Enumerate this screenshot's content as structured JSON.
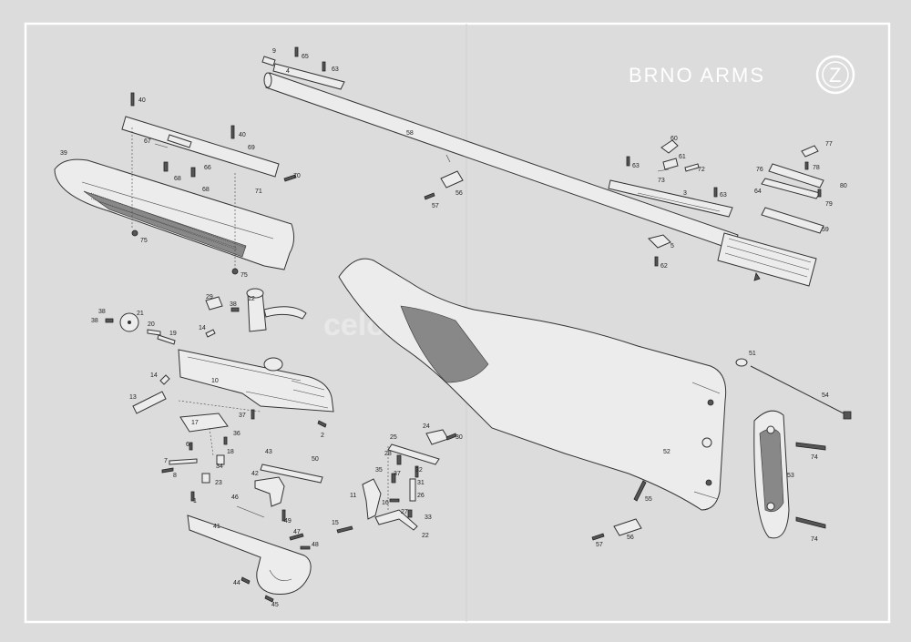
{
  "brand": {
    "name": "BRNO ARMS",
    "logo_letter": "Z"
  },
  "watermark": "celoduriki.cz",
  "colors": {
    "background": "#dcdcdc",
    "frame": "#ffffff",
    "line": "#333333"
  },
  "labels": {
    "p1": "1",
    "p2": "2",
    "p3": "3",
    "p4": "4",
    "p5": "5",
    "p6": "6",
    "p7": "7",
    "p8": "8",
    "p9": "9",
    "p10": "10",
    "p11": "11",
    "p12": "12",
    "p13": "13",
    "p14a": "14",
    "p14b": "14",
    "p15": "15",
    "p16": "16",
    "p17": "17",
    "p18": "18",
    "p19": "19",
    "p20": "20",
    "p21": "21",
    "p22": "22",
    "p23": "23",
    "p24": "24",
    "p25": "25",
    "p26": "26",
    "p27": "27",
    "p28": "28",
    "p29": "29",
    "p30": "30",
    "p31": "31",
    "p32": "32",
    "p33": "33",
    "p34": "34",
    "p35": "35",
    "p36": "36",
    "p37a": "37",
    "p37b": "37",
    "p38a": "38",
    "p38b": "38",
    "p38c": "38",
    "p39": "39",
    "p40a": "40",
    "p40b": "40",
    "p41": "41",
    "p42": "42",
    "p43": "43",
    "p44": "44",
    "p45": "45",
    "p46": "46",
    "p47": "47",
    "p48": "48",
    "p49": "49",
    "p50": "50",
    "p51": "51",
    "p52": "52",
    "p53": "53",
    "p54": "54",
    "p55": "55",
    "p56a": "56",
    "p56b": "56",
    "p57a": "57",
    "p57b": "57",
    "p58": "58",
    "p59": "59",
    "p60": "60",
    "p61": "61",
    "p62": "62",
    "p63a": "63",
    "p63b": "63",
    "p63c": "63",
    "p64": "64",
    "p65": "65",
    "p66": "66",
    "p67": "67",
    "p68a": "68",
    "p68b": "68",
    "p69": "69",
    "p70": "70",
    "p71": "71",
    "p72": "72",
    "p73": "73",
    "p74a": "74",
    "p74b": "74",
    "p75a": "75",
    "p75b": "75",
    "p76": "76",
    "p77": "77",
    "p78": "78",
    "p79": "79",
    "p80": "80"
  }
}
